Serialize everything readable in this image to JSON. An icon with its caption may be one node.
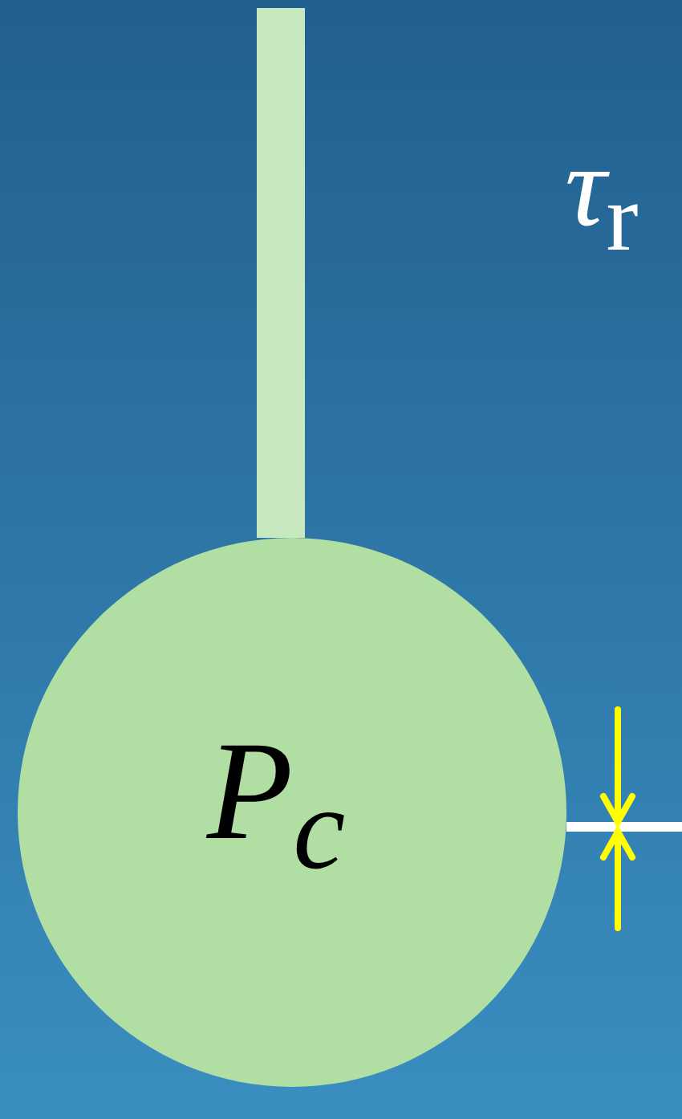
{
  "diagram": {
    "nodes": [
      {
        "text": [],
        "shape": "bar"
      },
      {
        "text": [
          "P$_{c}$"
        ]
      }
    ],
    "labels": [
      "*τ*$_{r}$"
    ]
  }
}
